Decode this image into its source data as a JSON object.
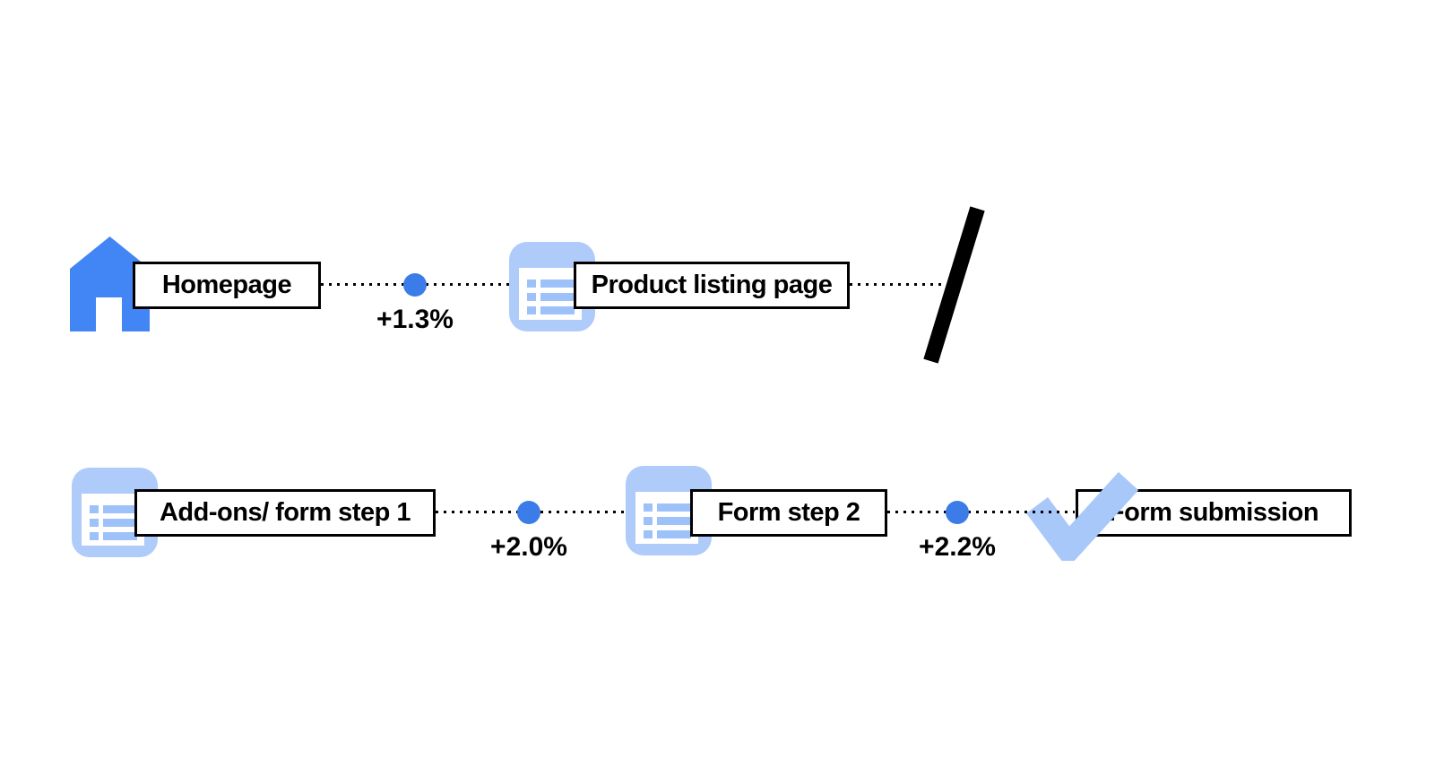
{
  "diagram_type": "user-flow-funnel",
  "colors": {
    "house_blue": "#4285F4",
    "dot_blue": "#3B7CE9",
    "icon_light_blue": "#AECBFA",
    "icon_detail_blue": "#9DC1F9",
    "line_and_text": "#000000",
    "background": "#ffffff"
  },
  "nodes": [
    {
      "id": "homepage",
      "label": "Homepage",
      "icon": "home-icon"
    },
    {
      "id": "product-listing-page",
      "label": "Product listing page",
      "icon": "list-icon"
    },
    {
      "id": "addons-form-step-1",
      "label": "Add-ons/ form step 1",
      "icon": "list-icon"
    },
    {
      "id": "form-step-2",
      "label": "Form step 2",
      "icon": "list-icon"
    },
    {
      "id": "form-submission",
      "label": "Form submission",
      "icon": "check-icon"
    }
  ],
  "connectors": [
    {
      "from": "homepage",
      "to": "product-listing-page",
      "delta": "+1.3%"
    },
    {
      "from": "product-listing-page",
      "to": "row-break",
      "delta": ""
    },
    {
      "from": "addons-form-step-1",
      "to": "form-step-2",
      "delta": "+2.0%"
    },
    {
      "from": "form-step-2",
      "to": "form-submission",
      "delta": "+2.2%"
    }
  ]
}
